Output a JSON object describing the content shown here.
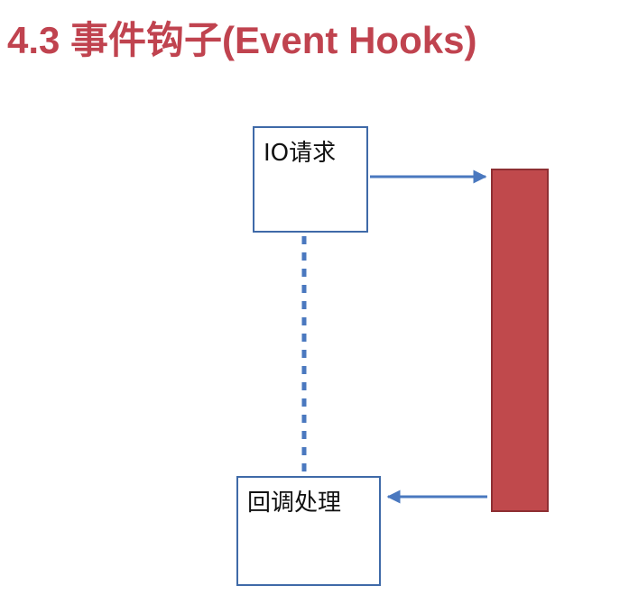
{
  "title": "4.3 事件钩子(Event Hooks)",
  "boxes": {
    "io_request": "IO请求",
    "callback": "回调处理"
  },
  "colors": {
    "title": "#c0434f",
    "box_border": "#3f6aa8",
    "arrow": "#4a78bf",
    "bar_fill": "#c0494c",
    "bar_border": "#8e2f33"
  }
}
